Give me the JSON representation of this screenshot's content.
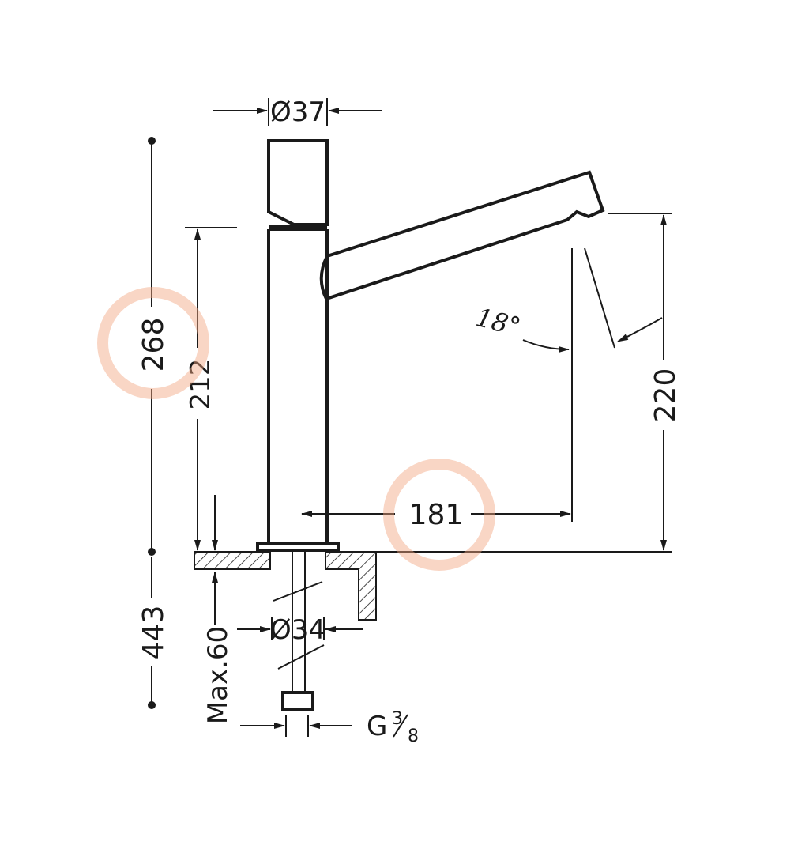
{
  "dimensions": {
    "spout_diameter": "Ø37",
    "total_height": "268",
    "body_height": "212",
    "spout_height": "220",
    "spout_reach": "181",
    "spout_angle": "18°",
    "overall_length": "443",
    "max_deck_thickness": "Max.60",
    "shank_diameter": "Ø34",
    "connection_thread": "G",
    "connection_numerator": "3",
    "connection_denominator": "8"
  },
  "highlights": [
    {
      "target": "total_height",
      "color": "#f1a37e"
    },
    {
      "target": "spout_reach",
      "color": "#f1a37e"
    }
  ],
  "colors": {
    "line": "#1a1a1a",
    "highlight": "#f1a37e",
    "background": "#ffffff"
  }
}
